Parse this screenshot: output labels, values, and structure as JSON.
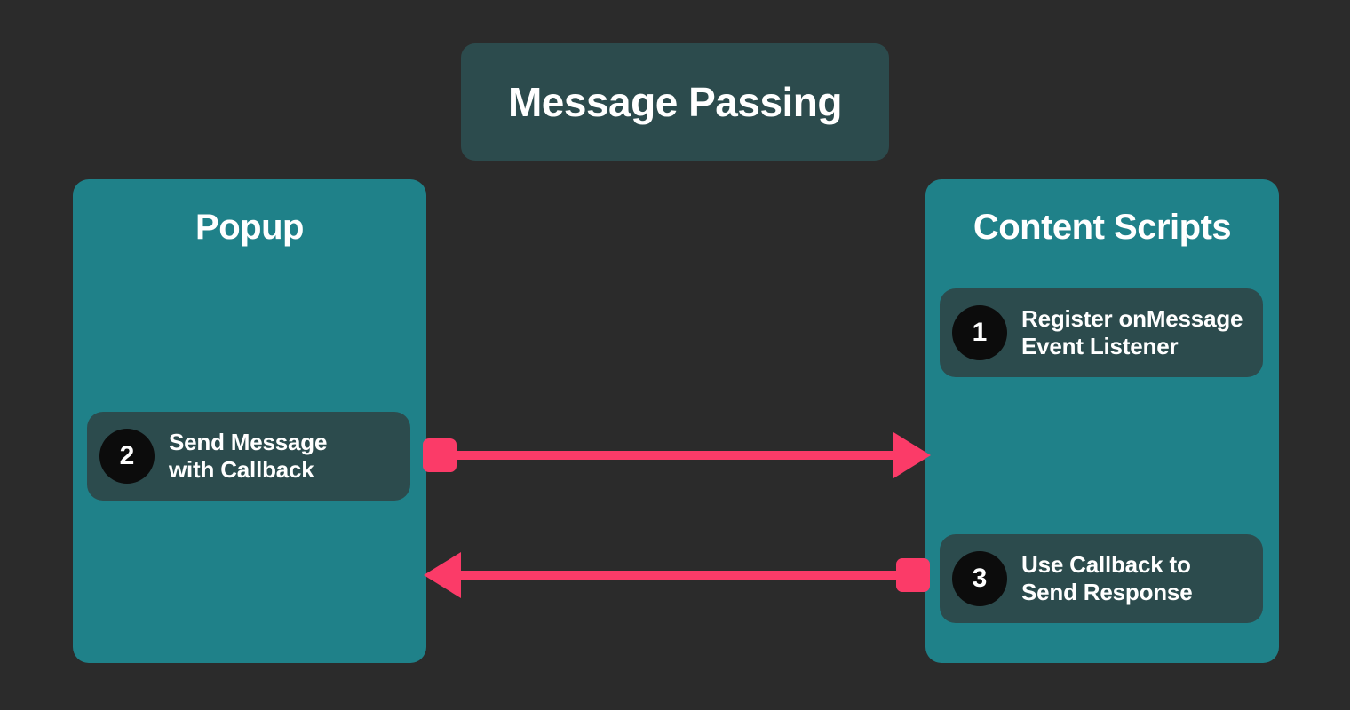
{
  "diagram": {
    "title": "Message Passing",
    "background_color": "#2b2b2b",
    "panel_color": "#1f8189",
    "card_color": "#2c4b4d",
    "accent_color": "#fb3b68",
    "badge_color": "#0c0c0c",
    "text_color": "#ffffff"
  },
  "panels": [
    {
      "id": "popup",
      "title": "Popup",
      "steps": [
        {
          "number": "2",
          "label": "Send Message\nwith Callback"
        }
      ]
    },
    {
      "id": "content-scripts",
      "title": "Content Scripts",
      "steps": [
        {
          "number": "1",
          "label": "Register onMessage\nEvent Listener"
        },
        {
          "number": "3",
          "label": "Use Callback to\nSend Response"
        }
      ]
    }
  ],
  "arrows": [
    {
      "id": "popup-to-content",
      "direction": "right",
      "from": "popup",
      "to": "content-scripts",
      "color": "#fb3b68"
    },
    {
      "id": "content-to-popup",
      "direction": "left",
      "from": "content-scripts",
      "to": "popup",
      "color": "#fb3b68"
    }
  ]
}
